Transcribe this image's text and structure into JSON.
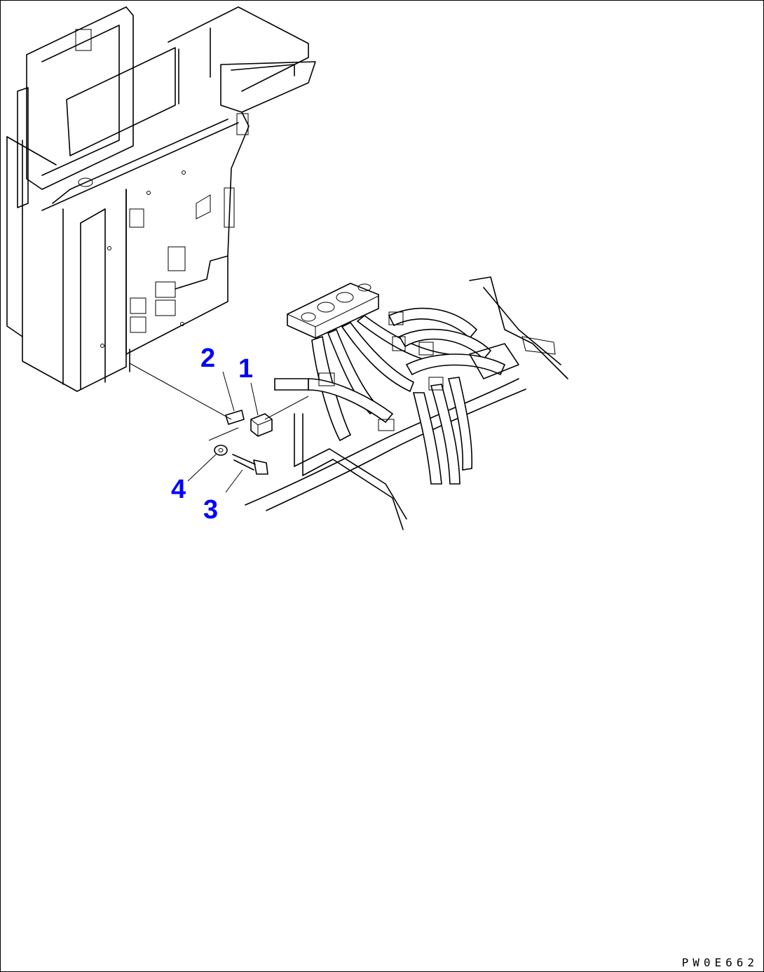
{
  "callouts": {
    "part_1": "1",
    "part_2": "2",
    "part_3": "3",
    "part_4": "4"
  },
  "drawing_code": "PW0E662",
  "colors": {
    "callout": "#0000ff",
    "line": "#000000",
    "background": "#ffffff"
  }
}
